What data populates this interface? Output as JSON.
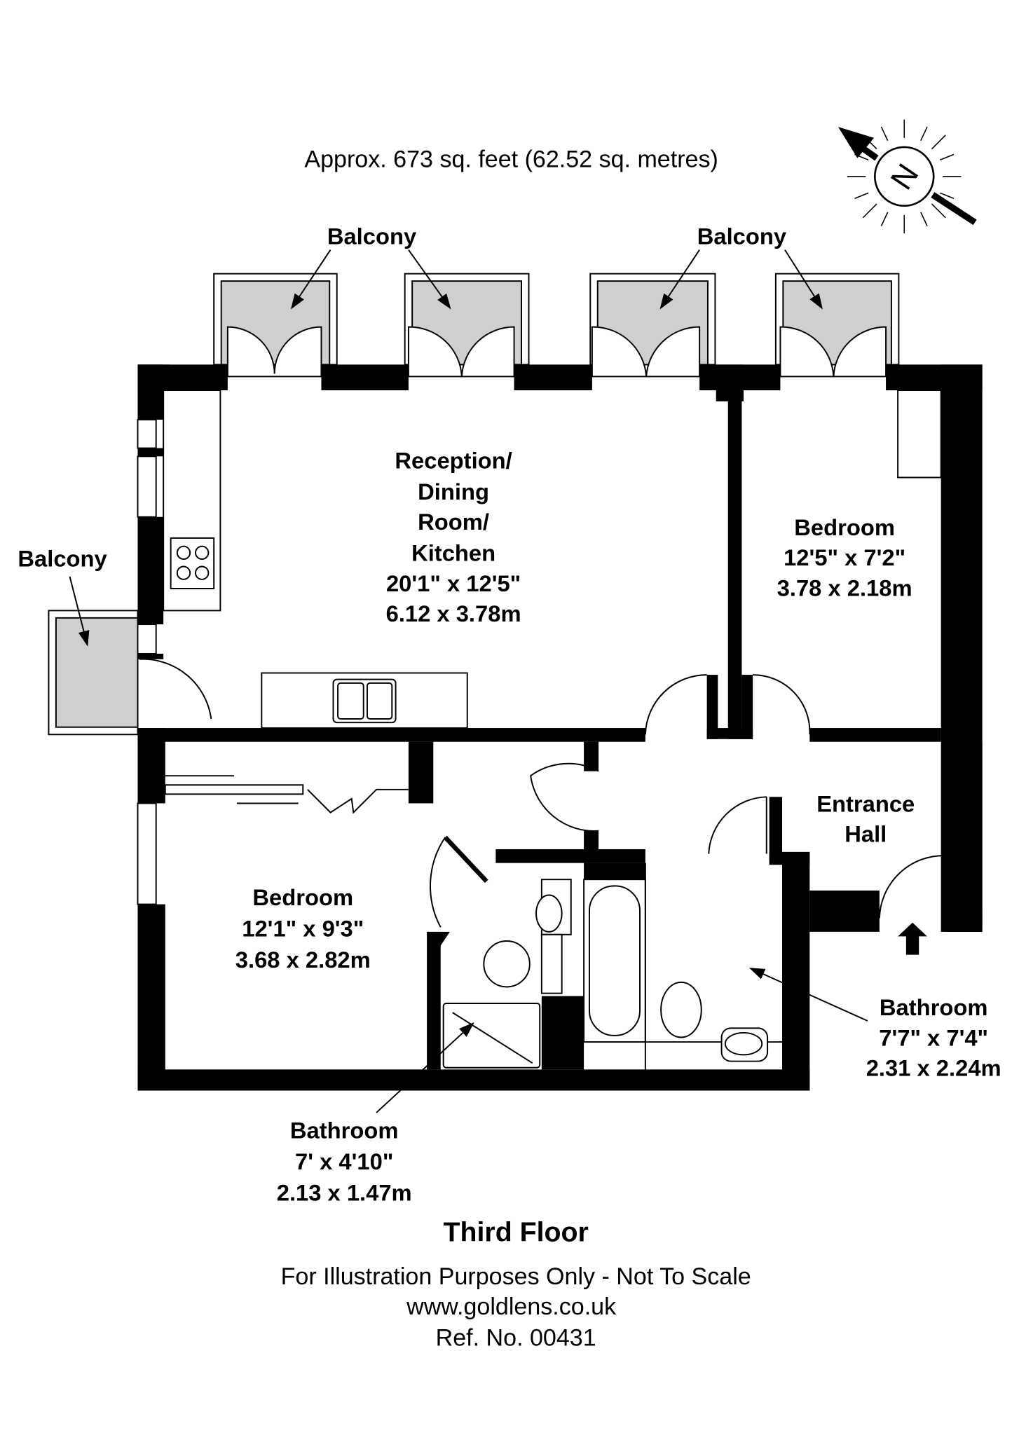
{
  "header": {
    "area": "Approx. 673 sq. feet (62.52 sq. metres)"
  },
  "compass": {
    "icon": "north-arrow-compass",
    "letter": "N"
  },
  "balconies": {
    "top_left": "Balcony",
    "top_right": "Balcony",
    "left": "Balcony"
  },
  "rooms": {
    "reception": {
      "name_lines": [
        "Reception/",
        "Dining",
        "Room/",
        "Kitchen"
      ],
      "imperial": "20'1\" x 12'5\"",
      "metric": "6.12 x 3.78m"
    },
    "bedroom_right": {
      "name": "Bedroom",
      "imperial": "12'5\" x 7'2\"",
      "metric": "3.78 x 2.18m"
    },
    "entrance_hall": {
      "name_lines": [
        "Entrance",
        "Hall"
      ]
    },
    "bedroom_left": {
      "name": "Bedroom",
      "imperial": "12'1\" x 9'3\"",
      "metric": "3.68 x 2.82m"
    },
    "bathroom_right": {
      "name": "Bathroom",
      "imperial": "7'7\" x 7'4\"",
      "metric": "2.31 x 2.24m"
    },
    "bathroom_ensuite": {
      "name": "Bathroom",
      "imperial": "7' x 4'10\"",
      "metric": "2.13 x 1.47m"
    }
  },
  "footer": {
    "floor": "Third Floor",
    "disclaimer": "For Illustration Purposes Only - Not To Scale",
    "website": "www.goldlens.co.uk",
    "ref": "Ref. No. 00431"
  },
  "colors": {
    "walls": "#000000",
    "balcony_fill": "#cfcfcf"
  }
}
